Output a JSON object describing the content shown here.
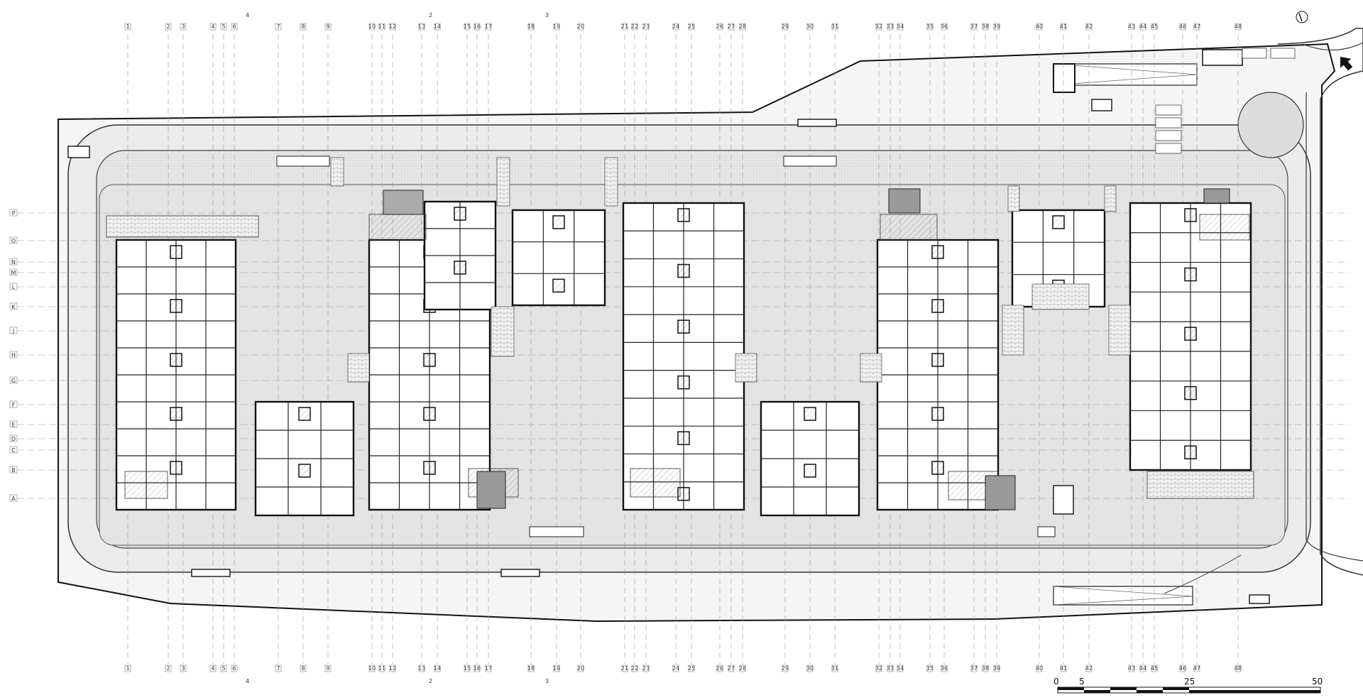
{
  "plan": {
    "column_axes": [
      "1",
      "2",
      "3",
      "4",
      "5",
      "6",
      "7",
      "8",
      "9",
      "10",
      "11",
      "12",
      "13",
      "14",
      "15",
      "16",
      "17",
      "18",
      "19",
      "20",
      "21",
      "22",
      "23",
      "24",
      "25",
      "26",
      "27",
      "28",
      "29",
      "30",
      "31",
      "32",
      "33",
      "34",
      "35",
      "36",
      "37",
      "38",
      "39",
      "40",
      "41",
      "42",
      "43",
      "44",
      "45",
      "46",
      "47",
      "48"
    ],
    "row_axes": [
      "P",
      "O",
      "N",
      "M",
      "L",
      "K",
      "J",
      "H",
      "G",
      "F",
      "E",
      "D",
      "C",
      "B",
      "A"
    ],
    "section_marks": [
      "4",
      "2",
      "3"
    ]
  },
  "scale_bar": {
    "labels": [
      "0",
      "5",
      "25",
      "50"
    ]
  },
  "colors": {
    "line": "#111111",
    "site_fill": "#ececec",
    "courtyard_fill": "#d9d9d9",
    "road_fill": "#f4f4f4",
    "building_fill": "#ffffff"
  },
  "icons": {
    "north": "north-arrow-icon"
  }
}
